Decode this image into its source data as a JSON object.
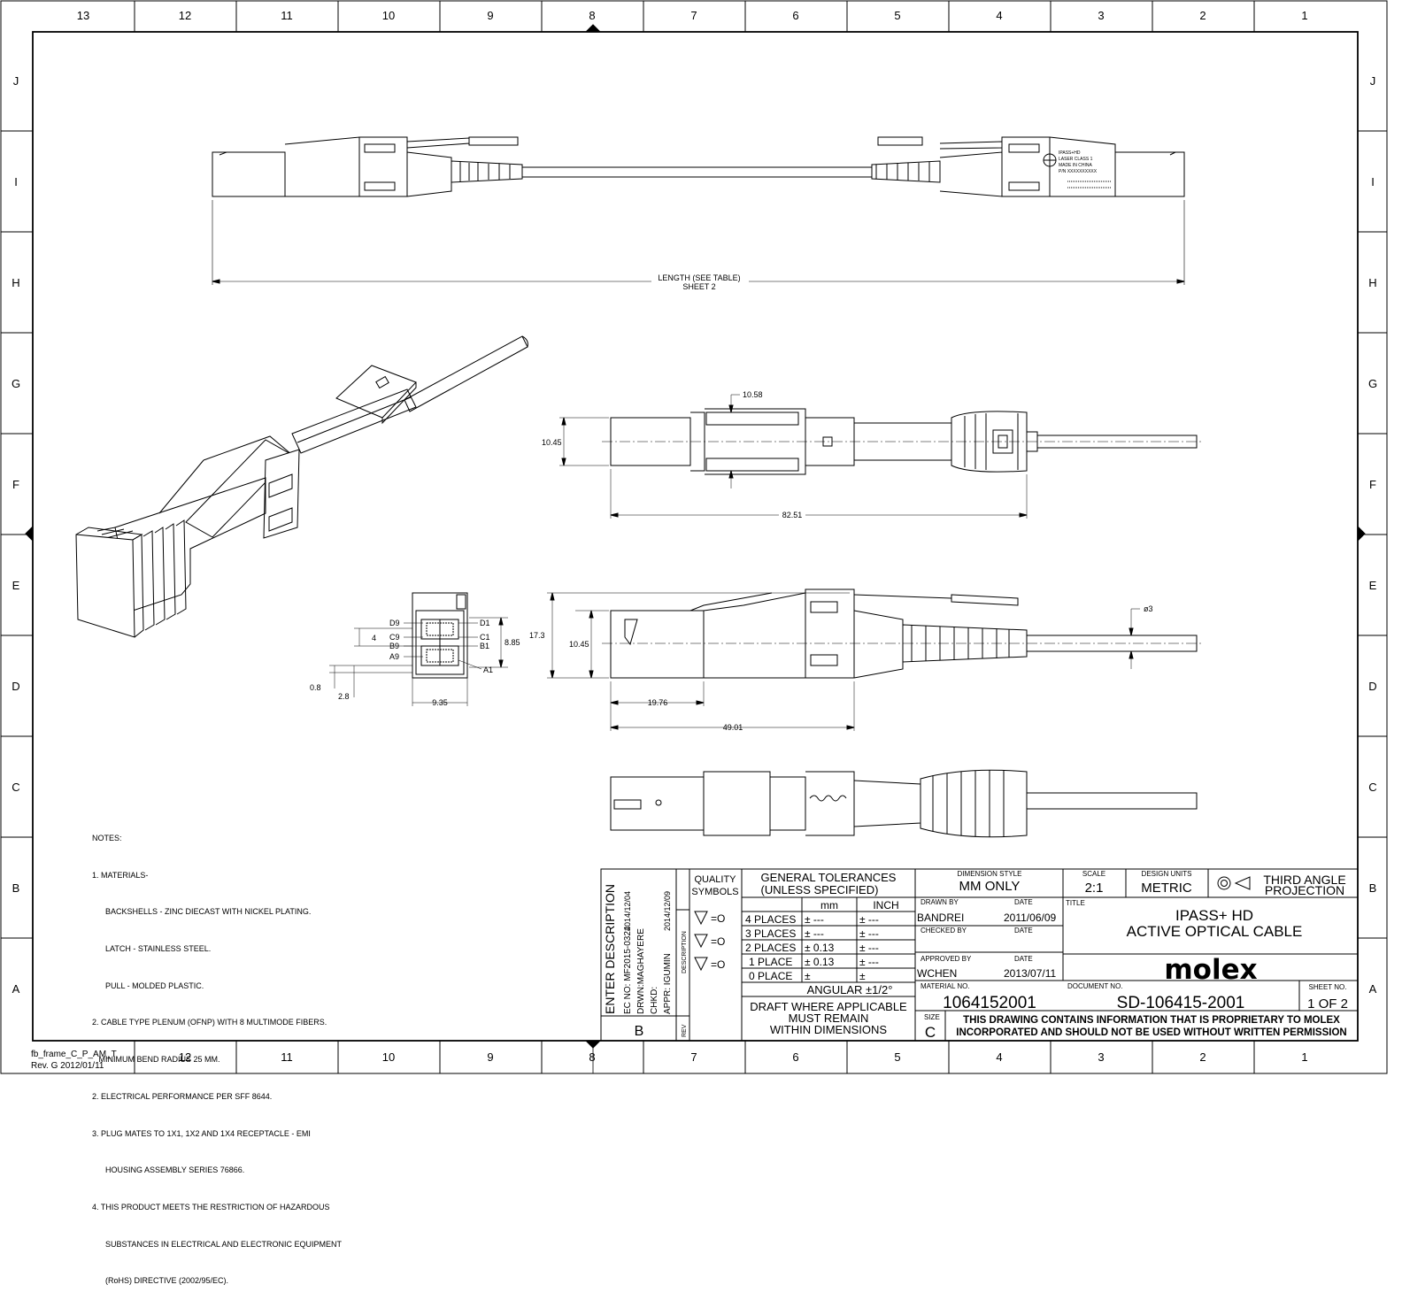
{
  "frame": {
    "col_labels": [
      "13",
      "12",
      "11",
      "10",
      "9",
      "8",
      "7",
      "6",
      "5",
      "4",
      "3",
      "2",
      "1"
    ],
    "col_labels_bottom": [
      "12",
      "11",
      "10",
      "9",
      "8",
      "7",
      "6",
      "5",
      "4",
      "3",
      "2",
      "1"
    ],
    "row_labels": [
      "J",
      "I",
      "H",
      "G",
      "F",
      "E",
      "D",
      "C",
      "B",
      "A"
    ],
    "frame_id_line1": "fb_frame_C_P_AM_T",
    "frame_id_line2": "Rev. G 2012/01/11"
  },
  "dims": {
    "length_line1": "LENGTH (SEE TABLE)",
    "length_line2": "SHEET 2",
    "d_10_58": "10.58",
    "d_10_45_top": "10.45",
    "d_82_51": "82.51",
    "d_10_45_side": "10.45",
    "d_17_3": "17.3",
    "d_19_76": "19.76",
    "d_49_01": "49.01",
    "d_phi3": "ø3",
    "d_8_85": "8.85",
    "d_4": "4",
    "d_0_8": "0.8",
    "d_2_8": "2.8",
    "d_9_35": "9.35",
    "pin_d9": "D9",
    "pin_c9": "C9",
    "pin_b9": "B9",
    "pin_a9": "A9",
    "pin_d1": "D1",
    "pin_c1": "C1",
    "pin_b1": "B1",
    "pin_a1": "A1"
  },
  "label_tag": {
    "l1": "IPASS+HD",
    "l2": "LASER CLASS 1",
    "l3": "MADE IN CHINA",
    "l4": "P/N XXXXXXXXXX"
  },
  "notes": [
    "NOTES:",
    "1. MATERIALS-",
    "      BACKSHELLS - ZINC DIECAST WITH NICKEL PLATING.",
    "      LATCH - STAINLESS STEEL.",
    "      PULL - MOLDED PLASTIC.",
    "2. CABLE TYPE PLENUM (OFNP) WITH 8 MULTIMODE FIBERS.",
    "   MINIMUM BEND RADIUS 25 MM.",
    "2. ELECTRICAL PERFORMANCE PER SFF 8644.",
    "3. PLUG MATES TO 1X1, 1X2 AND 1X4 RECEPTACLE - EMI",
    "      HOUSING ASSEMBLY SERIES 76866.",
    "4. THIS PRODUCT MEETS THE RESTRICTION OF HAZARDOUS",
    "      SUBSTANCES IN ELECTRICAL AND ELECTRONIC EQUIPMENT",
    "      (RoHS) DIRECTIVE (2002/95/EC)."
  ],
  "revision": {
    "header": "ENTER DESCRIPTION",
    "ec_no": "EC NO: MF2015-0324",
    "drwn": "DRWN:MAGHAYERE",
    "drwn_date": "2014/12/04",
    "chkd": "CHKD:",
    "appr": "APPR: IGUMIN",
    "appr_date": "2014/12/09",
    "description": "DESCRIPTION",
    "rev_value": "B",
    "rev_label": "REV"
  },
  "title_block": {
    "quality_line1": "QUALITY",
    "quality_line2": "SYMBOLS",
    "sym_eq": "=O",
    "gen_tol_line1": "GENERAL  TOLERANCES",
    "gen_tol_line2": "(UNLESS  SPECIFIED)",
    "unit_mm": "mm",
    "unit_inch": "INCH",
    "tolerances": [
      {
        "label": "4  PLACES",
        "mm": "± ---",
        "inch": "± ---"
      },
      {
        "label": "3  PLACES",
        "mm": "± ---",
        "inch": "± ---"
      },
      {
        "label": "2  PLACES",
        "mm": "± 0.13",
        "inch": "± ---"
      },
      {
        "label": "1  PLACE",
        "mm": "± 0.13",
        "inch": "± ---"
      },
      {
        "label": "0  PLACE",
        "mm": "±",
        "inch": "±"
      }
    ],
    "angular": "ANGULAR  ±1/2°",
    "draft_line1": "DRAFT  WHERE  APPLICABLE",
    "draft_line2": "MUST  REMAIN",
    "draft_line3": "WITHIN  DIMENSIONS",
    "dim_style_label": "DIMENSION  STYLE",
    "dim_style_value": "MM  ONLY",
    "drawn_by_label": "DRAWN  BY",
    "date_label": "DATE",
    "drawn_by": "BANDREI",
    "drawn_date": "2011/06/09",
    "checked_by_label": "CHECKED  BY",
    "approved_by_label": "APPROVED  BY",
    "approved_by": "WCHEN",
    "approved_date": "2013/07/11",
    "material_label": "MATERIAL  NO.",
    "material_no": "1064152001",
    "size_label": "SIZE",
    "size_value": "C",
    "scale_label": "SCALE",
    "scale_value": "2:1",
    "design_units_label": "DESIGN  UNITS",
    "design_units_value": "METRIC",
    "projection_line1": "THIRD  ANGLE",
    "projection_line2": "PROJECTION",
    "title_label": "TITLE",
    "title_line1": "IPASS+  HD",
    "title_line2": "ACTIVE  OPTICAL  CABLE",
    "company": "molex",
    "document_label": "DOCUMENT  NO.",
    "document_no": "SD-106415-2001",
    "sheet_label": "SHEET  NO.",
    "sheet_value": "1  OF  2",
    "proprietary_line1": "THIS DRAWING CONTAINS INFORMATION THAT IS PROPRIETARY TO MOLEX",
    "proprietary_line2": "INCORPORATED AND SHOULD NOT BE USED WITHOUT WRITTEN PERMISSION"
  }
}
